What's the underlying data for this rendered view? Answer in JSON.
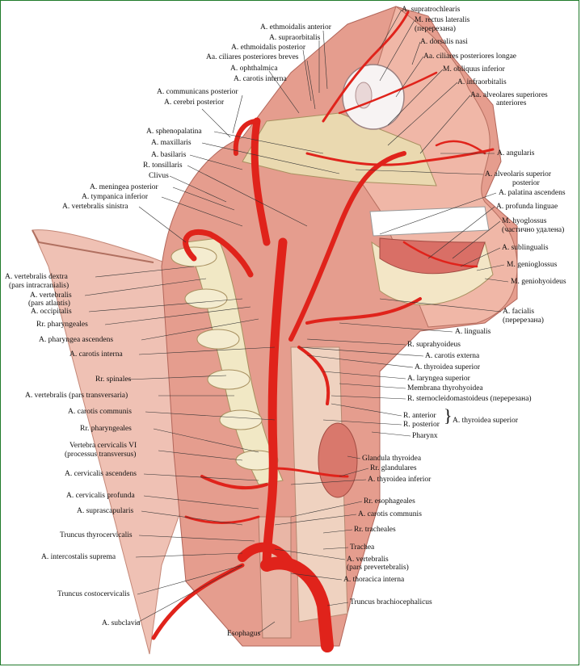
{
  "colors": {
    "tissue": "#e8a79a",
    "muscle": "#d9756a",
    "artery": "#e0231b",
    "bone": "#efe6c4",
    "frame": "#1f7a2a"
  },
  "labels": {
    "a_supratrochlearis": "A. supratrochlearis",
    "m_rectus_lateralis": "M. rectus lateralis",
    "m_rectus_lateralis_note": "(перерезана)",
    "a_ethmoidalis_anterior": "A. ethmoidalis anterior",
    "a_dorsalis_nasi": "A. dorsalis nasi",
    "a_supraorbitalis": "A. supraorbitalis",
    "a_ethmoidalis_posterior": "A. ethmoidalis posterior",
    "aa_ciliares_post_longae": "Aa. ciliares posteriores longae",
    "aa_ciliares_post_breves": "Aa. ciliares posteriores breves",
    "m_obliquus_inferior": "M. obliquus inferior",
    "a_ophthalmica": "A. ophthalmica",
    "a_infraorbitalis": "A. infraorbitalis",
    "a_carotis_interna_top": "A. carotis interna",
    "aa_alveolares_sup_ant_1": "Aa. alveolares superiores",
    "aa_alveolares_sup_ant_2": "anteriores",
    "a_communicans_posterior": "A. communicans posterior",
    "a_cerebri_posterior": "A. cerebri posterior",
    "a_sphenopalatina": "A. sphenopalatina",
    "a_maxillaris": "A. maxillaris",
    "a_angularis": "A. angularis",
    "a_basilaris": "A. basilaris",
    "r_tonsillaris": "R. tonsillaris",
    "a_alveolaris_sup_post_1": "A. alveolaris superior",
    "a_alveolaris_sup_post_2": "posterior",
    "clivus": "Clivus",
    "a_meningea_posterior": "A. meningea  posterior",
    "a_palatina_ascendens": "A. palatina ascendens",
    "a_tympanica_inferior": "A. tympanica inferior",
    "a_profunda_linguae": "A. profunda linguae",
    "a_vertebralis_sinistra": "A. vertebralis sinistra",
    "m_hyoglossus": "M. hyoglossus",
    "m_hyoglossus_note": "(частично удалена)",
    "a_sublingualis": "A. sublingualis",
    "m_genioglossus": "M. genioglossus",
    "a_vertebralis_dextra_1": "A. vertebralis dextra",
    "a_vertebralis_dextra_2": "(pars intracranialis)",
    "m_geniohyoideus": "M. geniohyoideus",
    "a_vertebralis_atlantis_1": "A. vertebralis",
    "a_vertebralis_atlantis_2": "(pars atlantis)",
    "a_occipitalis": "A. occipitalis",
    "a_facialis": "A. facialis",
    "a_facialis_note": "(перерезана)",
    "rr_pharyngeales_top": "Rr. pharyngeales",
    "a_lingualis": "A. lingualis",
    "a_pharyngea_ascendens": "A. pharyngea ascendens",
    "r_suprahyoideus": "R. suprahyoideus",
    "a_carotis_interna": "A. carotis interna",
    "a_carotis_externa": "A. carotis externa",
    "a_thyroidea_superior_top": "A. thyroidea superior",
    "a_laryngea_superior": "A. laryngea superior",
    "rr_spinales": "Rr. spinales",
    "membrana_thyrohyoidea": "Membrana thyrohyoidea",
    "a_vertebralis_transversaria": "A. vertebralis (pars transversaria)",
    "r_sternocleidomastoideus": "R. sternocleidomastoideus (перерезана)",
    "a_carotis_communis_left": "A. carotis communis",
    "r_anterior": "R. anterior",
    "r_posterior": "R. posterior",
    "a_thyroidea_superior_group": "A. thyroidea superior",
    "pharynx": "Pharynx",
    "rr_pharyngeales_low": "Rr. pharyngeales",
    "vertebra_cervicalis_1": "Vertebra cervicalis VI",
    "vertebra_cervicalis_2": "(processus transversus)",
    "glandula_thyroidea": "Glandula thyroidea",
    "rr_glandulares": "Rr. glandulares",
    "a_cervicalis_ascendens": "A. cervicalis ascendens",
    "a_thyroidea_inferior": "A. thyroidea inferior",
    "a_cervicalis_profunda": "A. cervicalis profunda",
    "rr_esophageales": "Rr. esophageales",
    "a_suprascapularis": "A. suprascapularis",
    "a_carotis_communis_right": "A. carotis communis",
    "rr_tracheales": "Rr. tracheales",
    "truncus_thyrocervicalis": "Truncus thyrocervicalis",
    "trachea": "Trachea",
    "a_intercostalis_suprema": "A. intercostalis suprema",
    "a_vertebralis_prev_1": "A. vertebralis",
    "a_vertebralis_prev_2": "(pars prevertebralis)",
    "a_thoracica_interna": "A. thoracica interna",
    "truncus_costocervicalis": "Truncus costocervicalis",
    "truncus_brachiocephalicus": "Truncus brachiocephalicus",
    "a_subclavia": "A. subclavia",
    "esophagus": "Esophagus"
  }
}
